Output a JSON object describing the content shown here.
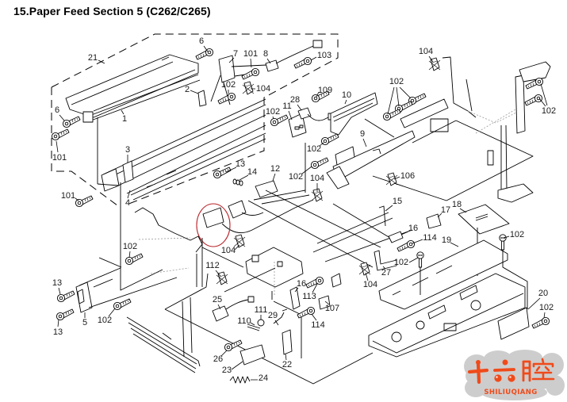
{
  "title": "15.Paper Feed Section 5 (C262/C265)",
  "diagram": {
    "callouts": [
      "21",
      "6",
      "7",
      "101",
      "8",
      "103",
      "2",
      "102",
      "104",
      "6",
      "1",
      "101",
      "3",
      "101",
      "4",
      "109",
      "28",
      "11",
      "102",
      "10",
      "104",
      "102",
      "102",
      "102",
      "9",
      "13",
      "14",
      "12",
      "102",
      "104",
      "106",
      "15",
      "18",
      "17",
      "16",
      "114",
      "19",
      "102",
      "102",
      "27",
      "104",
      "104",
      "112",
      "102",
      "13",
      "5",
      "13",
      "102",
      "16",
      "113",
      "107",
      "114",
      "25",
      "111",
      "110",
      "29",
      "22",
      "26",
      "23",
      "24",
      "20",
      "102"
    ],
    "highlight": {
      "shape": "ellipse",
      "color": "#b8242a"
    }
  },
  "colors": {
    "line": "#000000",
    "highlight": "#b8242a",
    "watermark_text": "#f04a1a",
    "watermark_background": "#c8c8c8"
  },
  "watermark": {
    "text_cn": "十六腔",
    "text_en": "SHILIUQIANG"
  }
}
